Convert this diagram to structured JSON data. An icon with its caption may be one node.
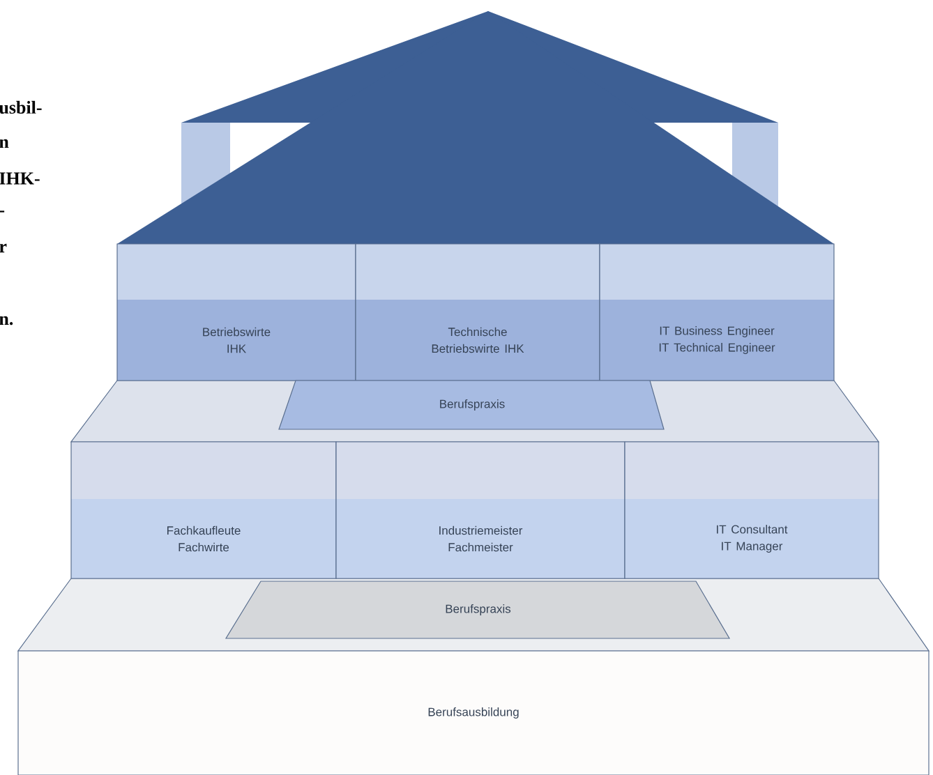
{
  "diagram": {
    "nodes": [
      {
        "text": [
          "Betriebswirte IHK"
        ]
      },
      {
        "text": [
          "Technische Betriebswirte IHK"
        ]
      },
      {
        "text": [
          "IT Business Engineer IT Technical Engineer"
        ]
      },
      {
        "text": [
          "Berufspraxis"
        ]
      },
      {
        "text": [
          "Fachkaufleute Fachwirte"
        ]
      },
      {
        "text": [
          "Industriemeister Fachmeister"
        ]
      },
      {
        "text": [
          "IT Consultant IT Manager"
        ]
      },
      {
        "text": [
          "Berufspraxis"
        ]
      },
      {
        "text": [
          "Berufsausbildung"
        ]
      }
    ],
    "labels": [
      "usbil-",
      "n",
      "IHK-",
      "-",
      "r",
      "n."
    ]
  }
}
